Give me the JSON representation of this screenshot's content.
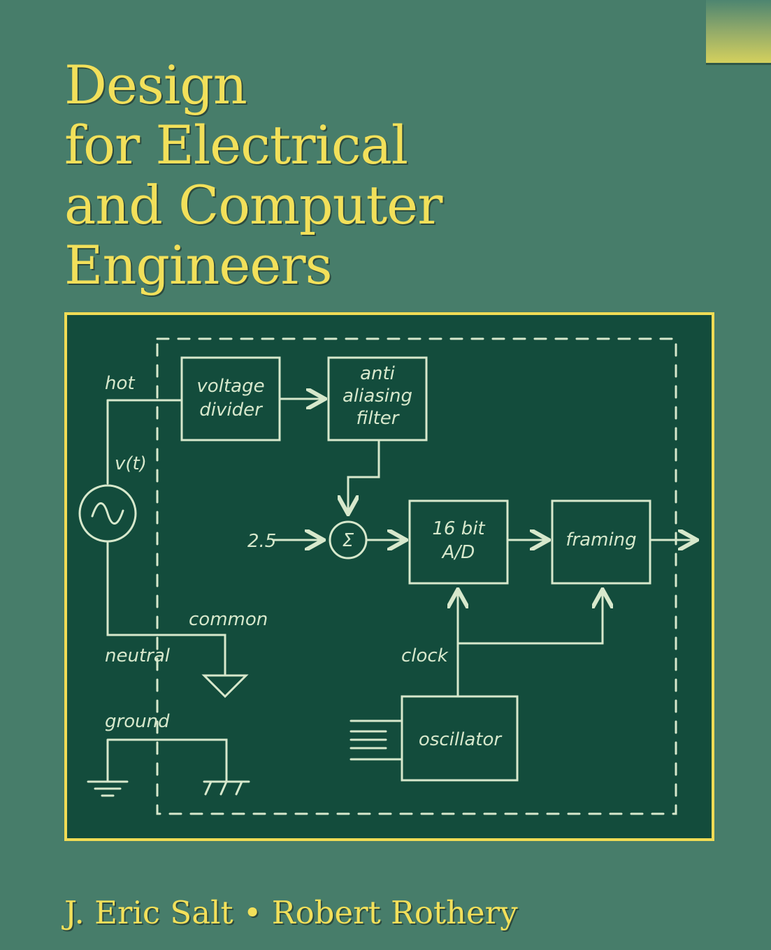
{
  "cover": {
    "title_lines": [
      "Design",
      "for Electrical",
      "and Computer",
      "Engineers"
    ],
    "authors": "J. Eric Salt • Robert Rothery"
  },
  "diagram": {
    "labels": {
      "hot": "hot",
      "source": "v(t)",
      "voltage_divider_1": "voltage",
      "voltage_divider_2": "divider",
      "anti_aliasing_1": "anti",
      "anti_aliasing_2": "aliasing",
      "anti_aliasing_3": "filter",
      "offset": "2.5",
      "sum": "Σ",
      "adc_1": "16 bit",
      "adc_2": "A/D",
      "framing": "framing",
      "common": "common",
      "neutral": "neutral",
      "clock": "clock",
      "ground": "ground",
      "oscillator": "oscillator"
    }
  },
  "colors": {
    "background": "#477d6a",
    "title": "#f2e05a",
    "board": "#134c3c",
    "chalk": "#d7e8cc"
  }
}
